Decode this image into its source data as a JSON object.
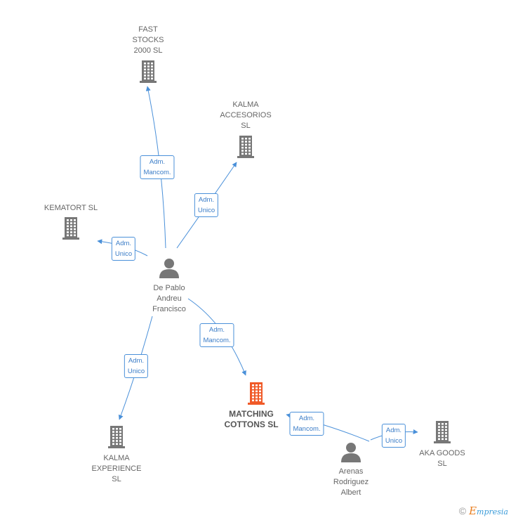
{
  "nodes": [
    {
      "id": "fast_stocks",
      "kind": "company",
      "label": "FAST\nSTOCKS\n2000  SL",
      "highlight": false
    },
    {
      "id": "kalma_acc",
      "kind": "company",
      "label": "KALMA\nACCESORIOS\nSL",
      "highlight": false
    },
    {
      "id": "kematort",
      "kind": "company",
      "label": "KEMATORT SL",
      "highlight": false
    },
    {
      "id": "depablo",
      "kind": "person",
      "label": "De Pablo\nAndreu\nFrancisco",
      "highlight": false
    },
    {
      "id": "kalma_exp",
      "kind": "company",
      "label": "KALMA\nEXPERIENCE\nSL",
      "highlight": false
    },
    {
      "id": "matching",
      "kind": "company",
      "label": "MATCHING\nCOTTONS  SL",
      "highlight": true
    },
    {
      "id": "arenas",
      "kind": "person",
      "label": "Arenas\nRodriguez\nAlbert",
      "highlight": false
    },
    {
      "id": "aka",
      "kind": "company",
      "label": "AKA GOODS\nSL",
      "highlight": false
    }
  ],
  "edges": [
    {
      "from": "depablo",
      "to": "fast_stocks",
      "label": "Adm.\nMancom."
    },
    {
      "from": "depablo",
      "to": "kalma_acc",
      "label": "Adm.\nUnico"
    },
    {
      "from": "depablo",
      "to": "kematort",
      "label": "Adm.\nUnico"
    },
    {
      "from": "depablo",
      "to": "matching",
      "label": "Adm.\nMancom."
    },
    {
      "from": "depablo",
      "to": "kalma_exp",
      "label": "Adm.\nUnico"
    },
    {
      "from": "arenas",
      "to": "matching",
      "label": "Adm.\nMancom."
    },
    {
      "from": "arenas",
      "to": "aka",
      "label": "Adm.\nUnico"
    }
  ],
  "colors": {
    "company": "#777777",
    "highlight": "#f05a28",
    "person": "#777777",
    "edge": "#4a90d9"
  },
  "footer": {
    "copyright": "©",
    "brand_initial": "E",
    "brand_rest": "mpresia"
  }
}
